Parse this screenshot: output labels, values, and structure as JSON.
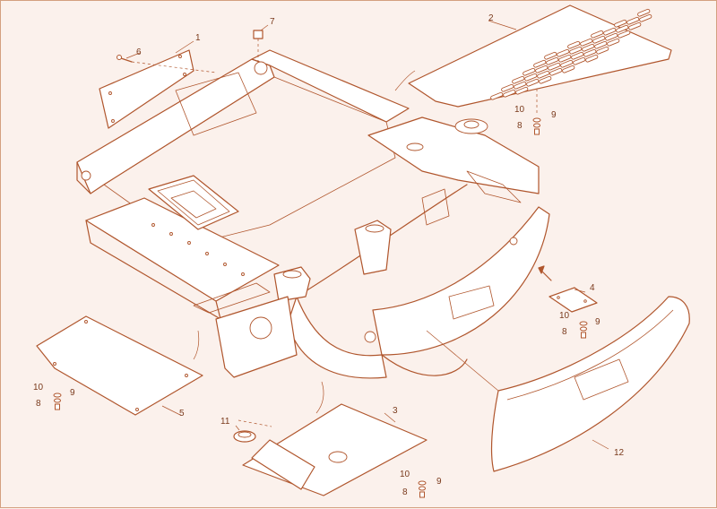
{
  "callouts": [
    {
      "id": "c1",
      "text": "1"
    },
    {
      "id": "c2",
      "text": "2"
    },
    {
      "id": "c3",
      "text": "3"
    },
    {
      "id": "c4",
      "text": "4"
    },
    {
      "id": "c5",
      "text": "5"
    },
    {
      "id": "c6",
      "text": "6"
    },
    {
      "id": "c7",
      "text": "7"
    },
    {
      "id": "c12",
      "text": "12"
    },
    {
      "id": "c11",
      "text": "11"
    },
    {
      "id": "c10a",
      "text": "10"
    },
    {
      "id": "c9a",
      "text": "9"
    },
    {
      "id": "c8a",
      "text": "8"
    },
    {
      "id": "c10b",
      "text": "10"
    },
    {
      "id": "c9b",
      "text": "9"
    },
    {
      "id": "c8b",
      "text": "8"
    },
    {
      "id": "c10c",
      "text": "10"
    },
    {
      "id": "c9c",
      "text": "9"
    },
    {
      "id": "c8c",
      "text": "8"
    },
    {
      "id": "c10d",
      "text": "10"
    },
    {
      "id": "c9d",
      "text": "9"
    },
    {
      "id": "c8d",
      "text": "8"
    }
  ],
  "colors": {
    "line": "#b0562d",
    "background": "#fbf1ec",
    "text": "#7a3a1c"
  }
}
